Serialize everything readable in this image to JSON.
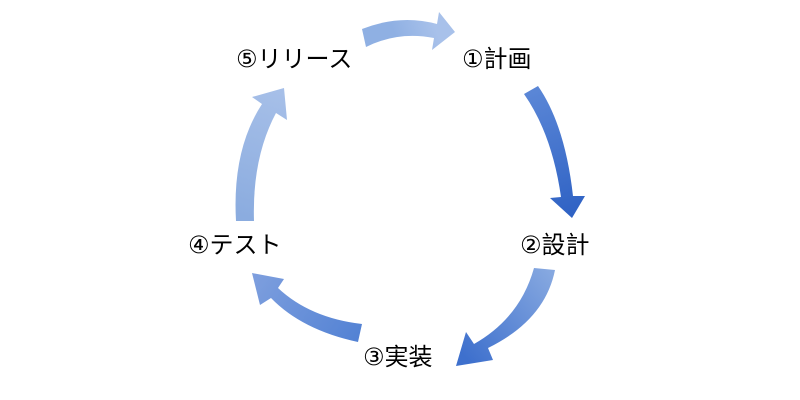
{
  "steps": [
    {
      "label": "①計画"
    },
    {
      "label": "②設計"
    },
    {
      "label": "③実装"
    },
    {
      "label": "④テスト"
    },
    {
      "label": "⑤リリース"
    }
  ],
  "colors": {
    "arrow_start": "#2f62c4",
    "arrow_end": "#a7bfe6",
    "text": "#000000",
    "background": "#ffffff"
  }
}
